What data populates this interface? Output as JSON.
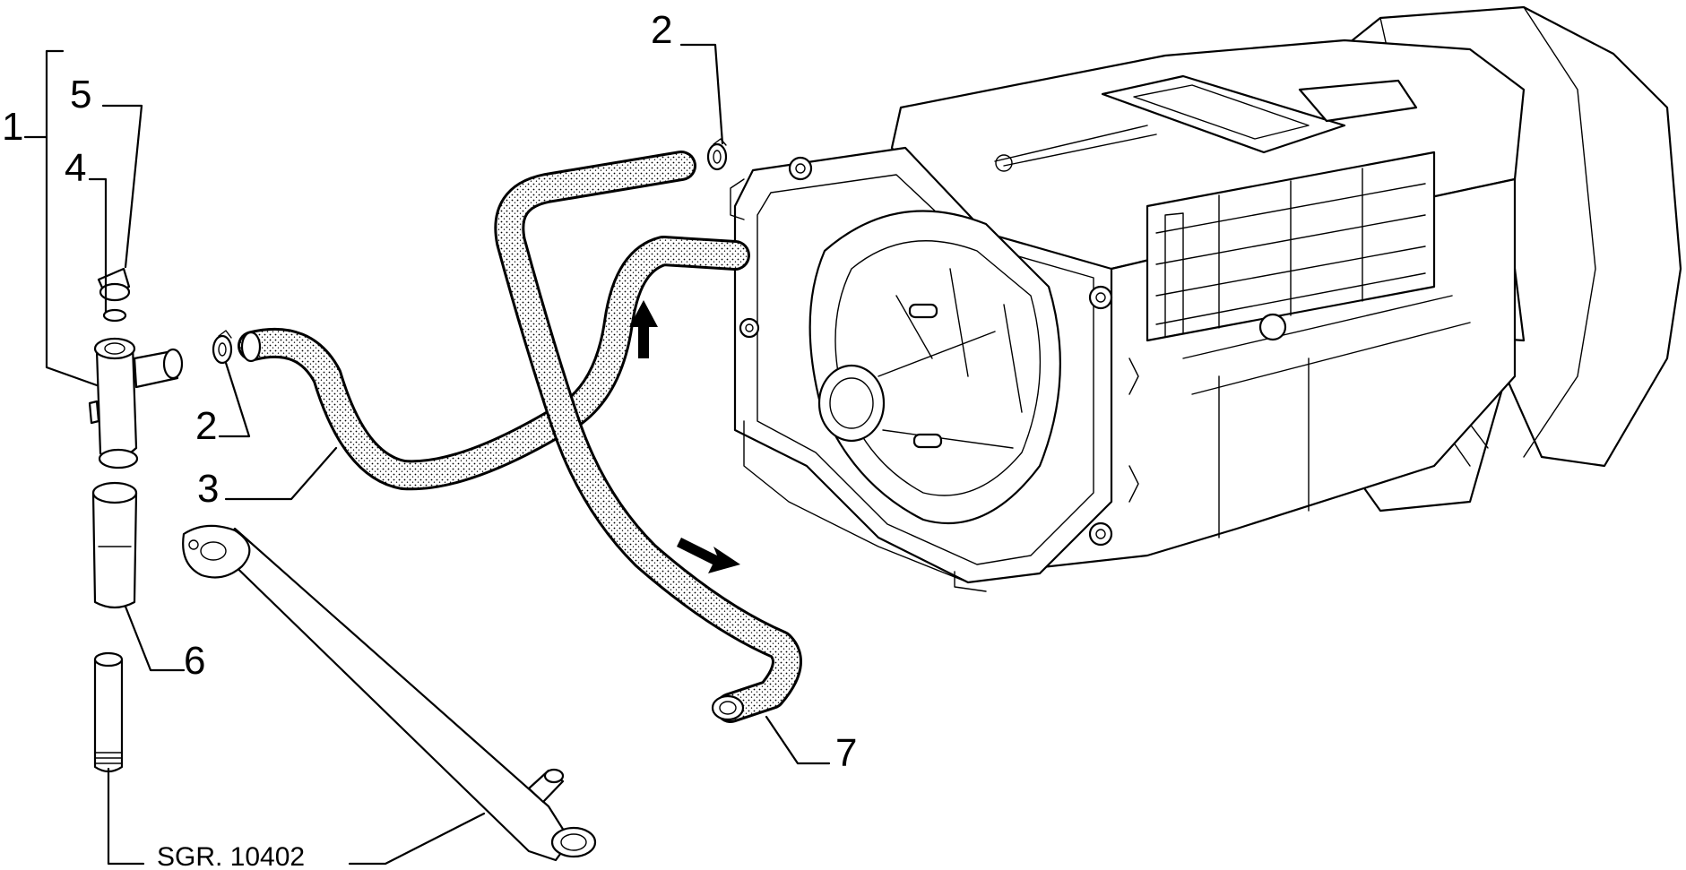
{
  "callouts": {
    "c1": "1",
    "c2a": "2",
    "c2b": "2",
    "c3": "3",
    "c4": "4",
    "c5": "5",
    "c6": "6",
    "c7": "7"
  },
  "reference": "SGR. 10402"
}
